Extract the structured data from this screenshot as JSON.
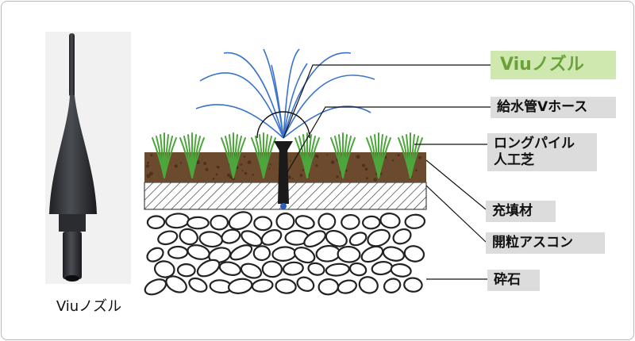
{
  "product": {
    "caption": "Viuノズル"
  },
  "callouts": [
    {
      "id": "nozzle",
      "lines": [
        "Viuノズル"
      ]
    },
    {
      "id": "hose",
      "lines": [
        "給水管Vホース"
      ]
    },
    {
      "id": "turf",
      "lines": [
        "ロングパイル",
        "人工芝"
      ]
    },
    {
      "id": "infill",
      "lines": [
        "充填材"
      ]
    },
    {
      "id": "ascon",
      "lines": [
        "開粒アスコン"
      ]
    },
    {
      "id": "gravel",
      "lines": [
        "砕石"
      ]
    }
  ],
  "colors": {
    "accent_text": "#6aa23a",
    "accent_bg": "#cfe8b0",
    "label_bg": "#dcdcdc",
    "spray": "#3a73c9",
    "grass": "#4ca63c",
    "soil": "#6b4a2e"
  }
}
